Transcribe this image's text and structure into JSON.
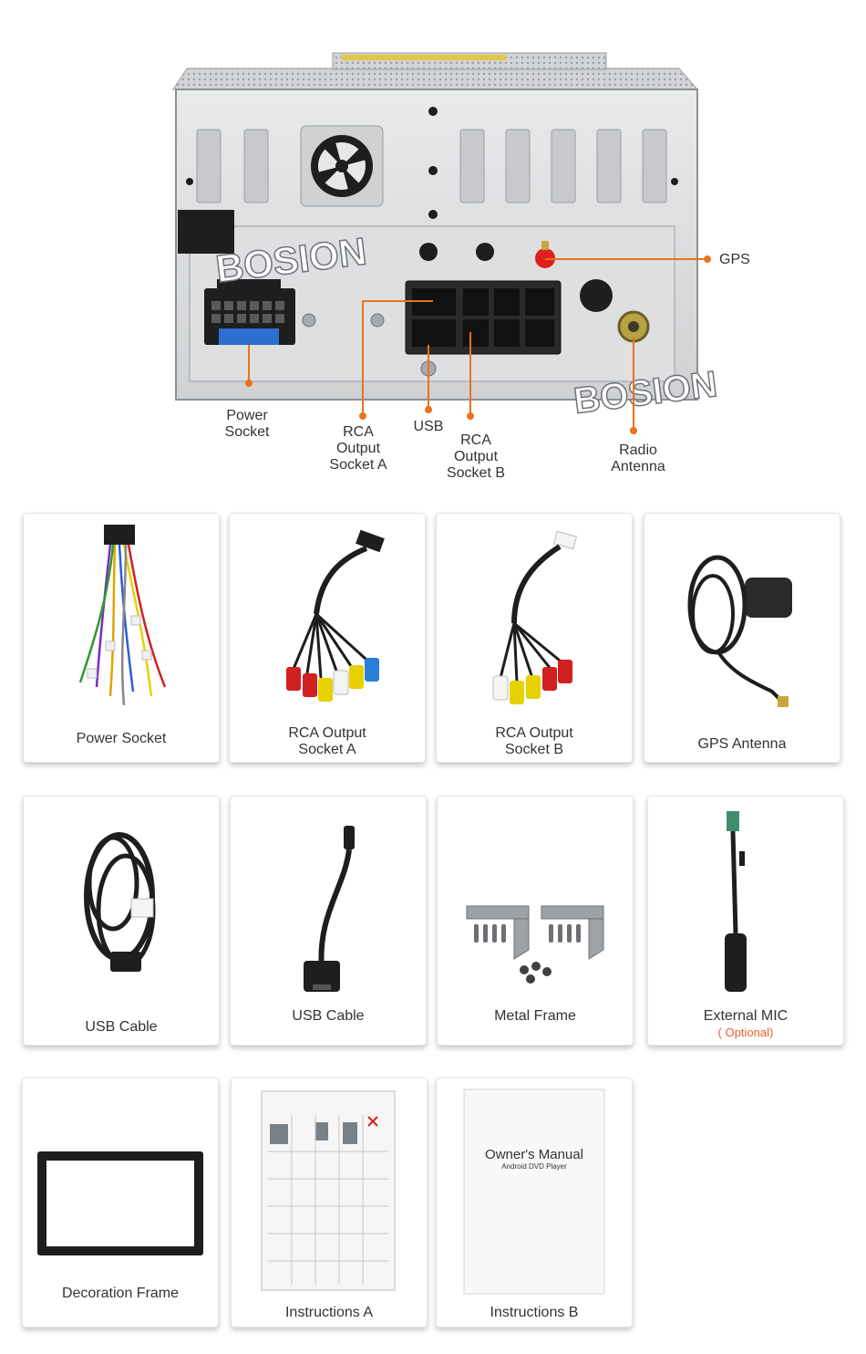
{
  "hero": {
    "watermarks": [
      "BOSION",
      "BOSION"
    ],
    "callouts": {
      "gps": "GPS",
      "power_socket": "Power\nSocket",
      "rca_a": "RCA\nOutput\nSocket A",
      "usb": "USB",
      "rca_b": "RCA\nOutput\nSocket B",
      "radio_antenna": "Radio\nAntenna"
    },
    "accent_color": "#e8731e"
  },
  "accessories": [
    {
      "label": "Power Socket",
      "icon": "wiring-harness-icon"
    },
    {
      "label": "RCA Output\nSocket A",
      "icon": "rca-cable-a-icon"
    },
    {
      "label": "RCA Output\nSocket B",
      "icon": "rca-cable-b-icon"
    },
    {
      "label": "GPS Antenna",
      "icon": "gps-antenna-icon"
    },
    {
      "label": "USB Cable",
      "icon": "usb-extension-cable-icon"
    },
    {
      "label": "USB Cable",
      "icon": "usb-short-cable-icon"
    },
    {
      "label": "Metal Frame",
      "icon": "metal-frame-icon"
    },
    {
      "label": "External MIC",
      "note": "( Optional)",
      "icon": "microphone-cable-icon"
    },
    {
      "label": "Decoration Frame",
      "icon": "decoration-frame-icon"
    },
    {
      "label": "Instructions A",
      "icon": "instruction-sheet-icon"
    },
    {
      "label": "Instructions B",
      "icon": "owners-manual-icon",
      "manual_title": "Owner's Manual",
      "manual_subtitle": "Android DVD Player"
    }
  ]
}
